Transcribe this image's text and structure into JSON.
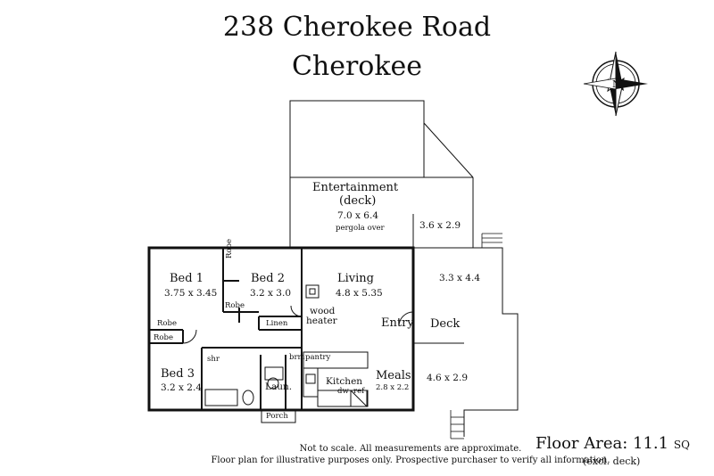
{
  "title": {
    "line1": "238 Cherokee Road",
    "line2": "Cherokee"
  },
  "compass": {
    "letter": "N"
  },
  "rooms": {
    "entertainment": {
      "name_line1": "Entertainment",
      "name_line2": "(deck)",
      "size": "7.0 x 6.4",
      "note": "pergola over"
    },
    "deck_upper": {
      "size": "3.6 x 2.9"
    },
    "deck_right": {
      "size": "3.3 x 4.4"
    },
    "deck": {
      "name": "Deck"
    },
    "deck_lower": {
      "size": "4.6 x 2.9"
    },
    "bed1": {
      "name": "Bed 1",
      "size": "3.75 x 3.45"
    },
    "bed2": {
      "name": "Bed 2",
      "size": "3.2 x 3.0"
    },
    "bed3": {
      "name": "Bed 3",
      "size": "3.2 x 2.4"
    },
    "living": {
      "name": "Living",
      "size": "4.8 x 5.35",
      "note_line1": "wood",
      "note_line2": "heater"
    },
    "entry": {
      "name": "Entry"
    },
    "meals": {
      "name": "Meals",
      "size": "2.8 x 2.2"
    },
    "kitchen": {
      "name": "Kitchen",
      "dw": "dw",
      "ref": "ref",
      "pantry": "pantry",
      "brm": "brm"
    },
    "laundry": {
      "name": "Laun."
    },
    "porch": {
      "name": "Porch"
    },
    "shower": {
      "name": "shr"
    },
    "robe_a": "Robe",
    "robe_b": "Robe",
    "robe_c": "Robe",
    "robe_d": "Robe",
    "linen": "Linen"
  },
  "footer": {
    "line1": "Not to scale. All measurements are approximate.",
    "line2": "Floor plan for illustrative purposes only. Prospective purchaser to verify all information."
  },
  "floor_area": {
    "label": "Floor Area: 11.1",
    "unit": "SQ",
    "note": "(excl. deck)"
  }
}
